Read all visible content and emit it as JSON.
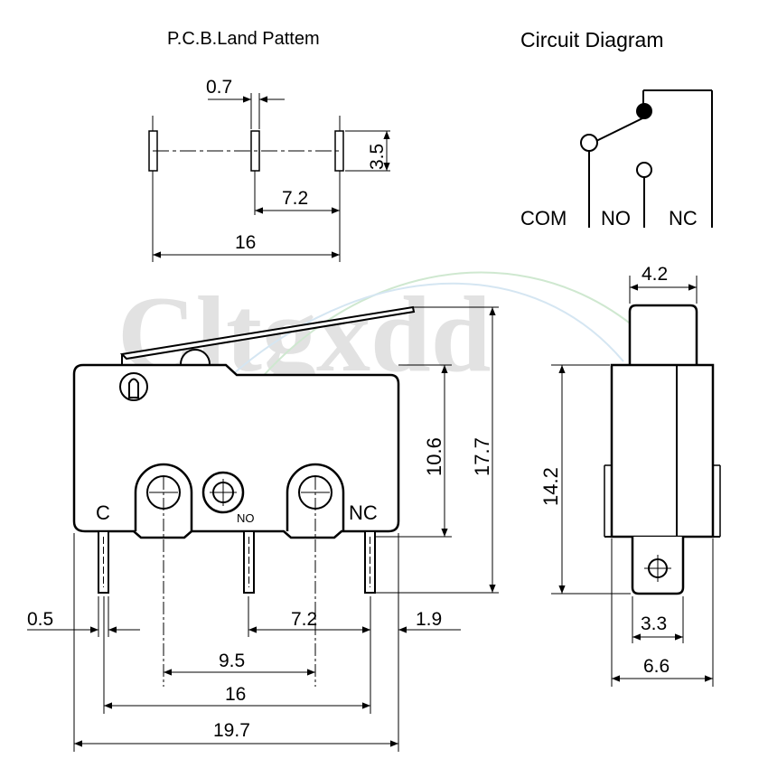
{
  "titles": {
    "pcb": "P.C.B.Land Pattem",
    "circuit": "Circuit  Diagram"
  },
  "watermark": "Cltgxdd",
  "circuit_labels": {
    "com": "COM",
    "no": "NO",
    "nc": "NC"
  },
  "pcb_dims": {
    "pad_width": "0.7",
    "pad_height": "3.5",
    "pitch": "7.2",
    "span": "16"
  },
  "front_view": {
    "pin_labels": {
      "c": "C",
      "no": "NO",
      "nc": "NC"
    },
    "dims": {
      "body_height": "10.6",
      "total_height": "17.7",
      "pin_width": "0.5",
      "no_to_nc": "7.2",
      "nc_offset": "1.9",
      "hole_pitch": "9.5",
      "pin_span": "16",
      "body_length": "19.7"
    }
  },
  "side_view": {
    "dims": {
      "plunger_width": "4.2",
      "body_height": "14.2",
      "terminal_width": "3.3",
      "body_width": "6.6"
    }
  }
}
